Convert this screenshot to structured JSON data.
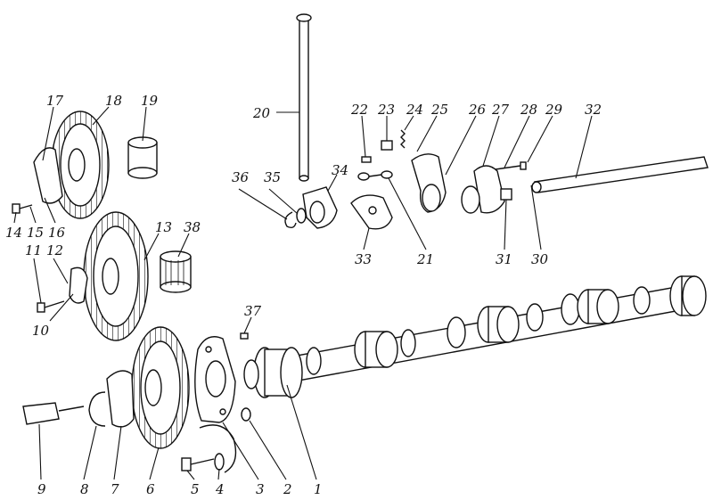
{
  "parts": [
    {
      "id": "p1",
      "label": "1"
    },
    {
      "id": "p2",
      "label": "2"
    },
    {
      "id": "p3",
      "label": "3"
    },
    {
      "id": "p4",
      "label": "4"
    },
    {
      "id": "p5",
      "label": "5"
    },
    {
      "id": "p6",
      "label": "6"
    },
    {
      "id": "p7",
      "label": "7"
    },
    {
      "id": "p8",
      "label": "8"
    },
    {
      "id": "p9",
      "label": "9"
    },
    {
      "id": "p10",
      "label": "10"
    },
    {
      "id": "p11",
      "label": "11"
    },
    {
      "id": "p12",
      "label": "12"
    },
    {
      "id": "p13",
      "label": "13"
    },
    {
      "id": "p14",
      "label": "14"
    },
    {
      "id": "p15",
      "label": "15"
    },
    {
      "id": "p16",
      "label": "16"
    },
    {
      "id": "p17",
      "label": "17"
    },
    {
      "id": "p18",
      "label": "18"
    },
    {
      "id": "p19",
      "label": "19"
    },
    {
      "id": "p20",
      "label": "20"
    },
    {
      "id": "p21",
      "label": "21"
    },
    {
      "id": "p22",
      "label": "22"
    },
    {
      "id": "p23",
      "label": "23"
    },
    {
      "id": "p24",
      "label": "24"
    },
    {
      "id": "p25",
      "label": "25"
    },
    {
      "id": "p26",
      "label": "26"
    },
    {
      "id": "p27",
      "label": "27"
    },
    {
      "id": "p28",
      "label": "28"
    },
    {
      "id": "p29",
      "label": "29"
    },
    {
      "id": "p30",
      "label": "30"
    },
    {
      "id": "p31",
      "label": "31"
    },
    {
      "id": "p32",
      "label": "32"
    },
    {
      "id": "p33",
      "label": "33"
    },
    {
      "id": "p34",
      "label": "34"
    },
    {
      "id": "p35",
      "label": "35"
    },
    {
      "id": "p36",
      "label": "36"
    },
    {
      "id": "p37",
      "label": "37"
    },
    {
      "id": "p38",
      "label": "38"
    }
  ]
}
